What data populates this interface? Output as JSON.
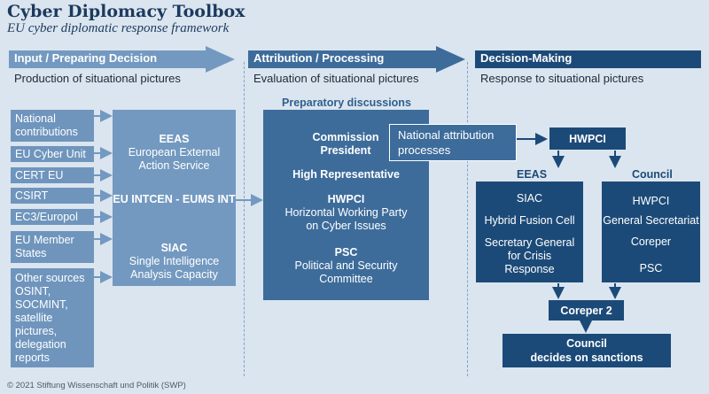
{
  "header": {
    "title": "Cyber Diplomacy Toolbox",
    "subtitle": "EU cyber diplomatic response framework"
  },
  "phases": [
    {
      "label": "Input / Preparing Decision",
      "description": "Production of situational pictures"
    },
    {
      "label": "Attribution / Processing",
      "description": "Evaluation of situational pictures"
    },
    {
      "label": "Decision-Making",
      "description": "Response to situational pictures"
    }
  ],
  "sources": [
    "National contributions",
    "EU Cyber Unit",
    "CERT EU",
    "CSIRT",
    "EC3/Europol",
    "EU Member States",
    "Other sources OSINT, SOCMINT, satellite pictures, delegation reports"
  ],
  "eeas_box": {
    "eeas_title": "EEAS",
    "eeas_text": "European External Action Service",
    "intcen": "EU INTCEN - EUMS INT",
    "siac_title": "SIAC",
    "siac_text": "Single Intelligence Analysis Capacity"
  },
  "prep": {
    "heading": "Preparatory discussions",
    "commission": "Commission President",
    "high_rep": "High Representative",
    "hwpci_title": "HWPCI",
    "hwpci_text": "Horizontal Working Party on Cyber Issues",
    "psc_title": "PSC",
    "psc_text": "Political and Security Committee"
  },
  "national_attribution": "National attribution processes",
  "decision": {
    "hwpci": "HWPCI",
    "eeas_heading": "EEAS",
    "eeas_items": [
      "SIAC",
      "Hybrid Fusion Cell",
      "Secretary General for Crisis Response"
    ],
    "council_heading": "Council",
    "council_items": [
      "HWPCI",
      "General Secretariat",
      "Coreper",
      "PSC"
    ],
    "coreper2": "Coreper 2",
    "council_final_1": "Council",
    "council_final_2": "decides on sanctions"
  },
  "footer": "© 2021 Stiftung Wissenschaft und Politik (SWP)",
  "colors": {
    "background": "#dbe5ef",
    "light": "#7399c0",
    "mid": "#3d6c9b",
    "dark": "#1c4a78",
    "text": "#1c3a5e"
  }
}
